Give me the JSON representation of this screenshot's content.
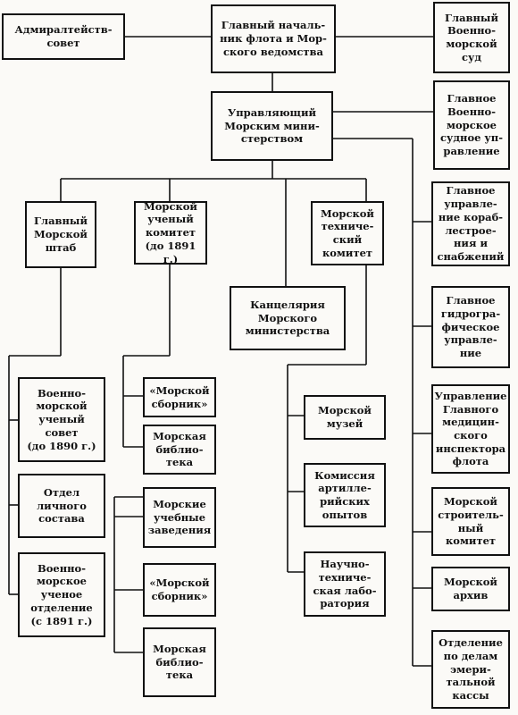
{
  "nodes": {
    "admiralty_council": "Адмиралтейств-\nсовет",
    "chief": "Главный началь-\nник флота и Мор-\nского ведомства",
    "naval_court": "Главный\nВоенно-\nморской\nсуд",
    "manager": "Управляющий\nМорским мини-\nстерством",
    "military_naval_court_admin": "Главное\nВоенно-\nморское\nсудное уп-\nравление",
    "main_staff": "Главный\nМорской\nштаб",
    "scientific_committee": "Морской\nученый\nкомитет\n(до 1891 г.)",
    "technical_committee": "Морской\nтехниче-\nский\nкомитет",
    "shipbuilding_admin": "Главное\nуправле-\nние кораб-\nлестрое-\nния и\nснабжений",
    "chancellery": "Канцелярия\nМорского\nминистерства",
    "hydrographic_admin": "Главное\nгидрогра-\nфическое\nуправле-\nние",
    "scientific_council": "Военно-\nморской\nученый\nсовет\n(до 1890 г.)",
    "sbornik_1": "«Морской\nсборник»",
    "museum": "Морской\nмузей",
    "medical_inspector": "Управление\nГлавного\nмедицин-\nского\nинспектора\nфлота",
    "library_1": "Морская\nбиблио-\nтека",
    "personnel_dept": "Отдел\nличного\nсостава",
    "artillery_commission": "Комиссия\nартилле-\nрийских\nопытов",
    "educational": "Морские\nучебные\nзаведения",
    "construction_committee": "Морской\nстроитель-\nный\nкомитет",
    "scientific_dept": "Военно-\nморское\nученое\nотделение\n(с 1891 г.)",
    "sbornik_2": "«Морской\nсборник»",
    "research_lab": "Научно-\nтехниче-\nская лабо-\nратория",
    "archive": "Морской\nархив",
    "library_2": "Морская\nбиблио-\nтека",
    "emerital_dept": "Отделение\nпо делам\nэмери-\nтальной\nкассы"
  }
}
